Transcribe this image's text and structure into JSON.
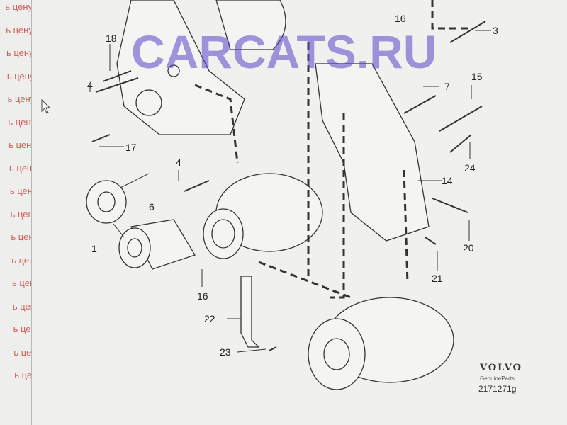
{
  "sidebar": {
    "link_text": "ь цену",
    "rows": 17
  },
  "watermark": "CARCATS.RU",
  "callouts": [
    {
      "label": "18",
      "id": "18a"
    },
    {
      "label": "4",
      "id": "4a"
    },
    {
      "label": "17",
      "id": "17"
    },
    {
      "label": "16",
      "id": "16a"
    },
    {
      "label": "3",
      "id": "3"
    },
    {
      "label": "7",
      "id": "7"
    },
    {
      "label": "15",
      "id": "15"
    },
    {
      "label": "24",
      "id": "24"
    },
    {
      "label": "14",
      "id": "14"
    },
    {
      "label": "4",
      "id": "4b"
    },
    {
      "label": "1",
      "id": "1"
    },
    {
      "label": "6",
      "id": "6"
    },
    {
      "label": "20",
      "id": "20"
    },
    {
      "label": "21",
      "id": "21"
    },
    {
      "label": "16",
      "id": "16b"
    },
    {
      "label": "22",
      "id": "22"
    },
    {
      "label": "23",
      "id": "23"
    }
  ],
  "brand": {
    "logo": "VOLVO",
    "subtitle": "GenuineParts",
    "part_number": "2171271g"
  },
  "colors": {
    "sidebar_link": "#d0605a",
    "watermark": "#5a46c8"
  }
}
